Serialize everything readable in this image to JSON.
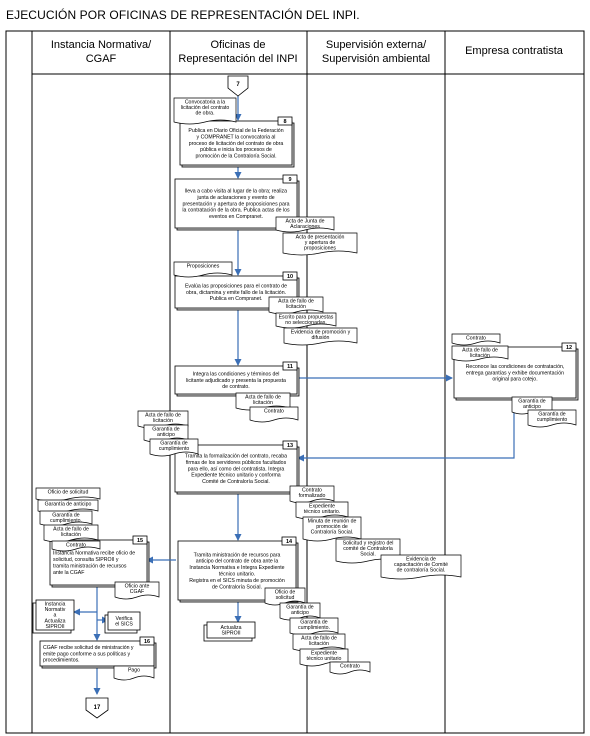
{
  "title": "EJECUCIÓN POR OFICINAS DE REPRESENTACIÓN DEL INPI.",
  "lanes": {
    "l1": [
      "Instancia Normativa/",
      "CGAF"
    ],
    "l2": [
      "Oficinas de",
      "Representación del INPI"
    ],
    "l3": [
      "Supervisión externa/",
      "Supervisión ambiental"
    ],
    "l4": [
      "Empresa contratista"
    ]
  },
  "connectors": {
    "start": "7",
    "end": "17"
  },
  "steps": {
    "s8": {
      "num": "8",
      "lines": [
        "Publica en Diario Oficial de la Federación",
        "y COMPRANET la convocatoria al",
        "proceso de licitación del contrato de obra",
        "pública e inicia los procesos de",
        "promoción de la Contraloría Social."
      ]
    },
    "s9": {
      "num": "9",
      "lines": [
        "lleva a cabo visita al lugar de la obra; realiza",
        "junta de aclaraciones y evento de",
        "presentación y apertura de proposiciones para",
        "la contratación de la obra. Publica actas de los",
        "eventos en  Compranet."
      ]
    },
    "s10": {
      "num": "10",
      "lines": [
        "Evalúa las proposiciones para el contrato de",
        "obra, dictamina y emite fallo de la licitación.",
        "Publica en Compranet."
      ]
    },
    "s11": {
      "num": "11",
      "lines": [
        "Integra las condiciones y términos del",
        "licitante adjudicado y presenta la  propuesta",
        "de contrato."
      ]
    },
    "s12": {
      "num": "12",
      "lines": [
        "Reconoce las condiciones de contratación,",
        "entrega garantías y exhibe documentación",
        "original para cotejo."
      ]
    },
    "s13": {
      "num": "13",
      "lines": [
        "Tramita la formalización del contrato, recaba",
        "firmas de los servidores públicos facultados",
        "para ello, así como del contratista. Integra",
        "Expediente técnico unitario y conforma",
        "Comité de Contraloría Social."
      ]
    },
    "s14": {
      "num": "14",
      "lines": [
        "Tramita ministración de recursos para",
        "anticipo del contrato de obra ante la",
        "Instancia Normativa e Integra Expediente",
        "técnico unitario.",
        "Registra en el SICS minuta de promoción",
        "de Contraloría Social."
      ]
    },
    "s15": {
      "num": "15",
      "lines": [
        "Instancia Normativa recibe oficio de",
        "solicitud, consulta SIPROII y",
        "tramita ministración de recursos",
        "ante la CGAF"
      ]
    },
    "s16": {
      "num": "16",
      "lines": [
        "CGAF recibe solicitud de ministración y",
        "emite pago  conforme a sus políticas y",
        "procedimientos."
      ]
    }
  },
  "docs": {
    "convocatoria": [
      "Convocatoria a la",
      "licitación del contrato",
      "de obra."
    ],
    "acta_junta": [
      "Acta de Junta de",
      "Aclaraciones"
    ],
    "acta_presentacion": [
      "Acta de presentación",
      "y apertura de",
      "proposiciones"
    ],
    "proposiciones": [
      "Proposiciones"
    ],
    "acta_fallo_10": [
      "Acta de fallo de",
      "licitación"
    ],
    "escrito": [
      "Escrito para propuestas",
      "no seleccionadas."
    ],
    "evidencia_promocion": [
      "Evidencia de promoción y",
      "difusión"
    ],
    "acta_fallo_11": [
      "Acta de fallo de",
      "licitación"
    ],
    "contrato_11": [
      "Contrato"
    ],
    "contrato_12": [
      "Contrato"
    ],
    "acta_fallo_12": [
      "Acta de fallo de",
      "licitación"
    ],
    "garantia_anticipo_12": [
      "Garantía de",
      "anticipo"
    ],
    "garantia_cumpl_12": [
      "Garantía de",
      "cumplimiento"
    ],
    "acta_fallo_13": [
      "Acta de fallo de",
      "licitación"
    ],
    "garantia_anticipo_13": [
      "Garantía de",
      "anticipo"
    ],
    "garantia_cumpl_13": [
      "Garantía de",
      "cumplimiento"
    ],
    "contrato_formalizado": [
      "Contrato",
      "formalizado"
    ],
    "expediente_13": [
      "Expediente",
      "técnico unitario."
    ],
    "minuta": [
      "Minuta de reunión de",
      "promoción de",
      "Contraloría Social."
    ],
    "solicitud_registro": [
      "Solicitud y registro del",
      "comité de Contraloría",
      "Social."
    ],
    "evidencia_capacitacion": [
      "Evidencia de",
      "capacitación de Comité",
      "de contraloría Social."
    ],
    "oficio_solicitud_15": [
      "Oficio de solicitud"
    ],
    "garantia_anticipo_15": [
      "Garantía de anticipo"
    ],
    "garantia_cumpl_15": [
      "Garantía de",
      "cumplimiento."
    ],
    "acta_fallo_15": [
      "Acta de fallo de",
      "licitación"
    ],
    "contrato_15": [
      "Contrato"
    ],
    "oficio_cgaf": [
      "Oficio ante",
      "CGAF"
    ],
    "actualiza_15": [
      "Instancia",
      "Normativ",
      "a",
      "Actualiza",
      "SIPROII"
    ],
    "verifica": [
      "Verifica",
      "el SICS"
    ],
    "pago": [
      "Pago"
    ],
    "actualiza_14": [
      "Actualiza",
      "SIPROII"
    ],
    "oficio_solicitud_14": [
      "Oficio de",
      "solicitud"
    ],
    "garantia_anticipo_14": [
      "Garantía de",
      "anticipo"
    ],
    "garantia_cumpl_14": [
      "Garantía de",
      "cumplimiento."
    ],
    "acta_fallo_14": [
      "Acta de fallo de",
      "licitación"
    ],
    "expediente_14": [
      "Expediente",
      "técnico unitario"
    ],
    "contrato_14": [
      "Contrato"
    ]
  }
}
